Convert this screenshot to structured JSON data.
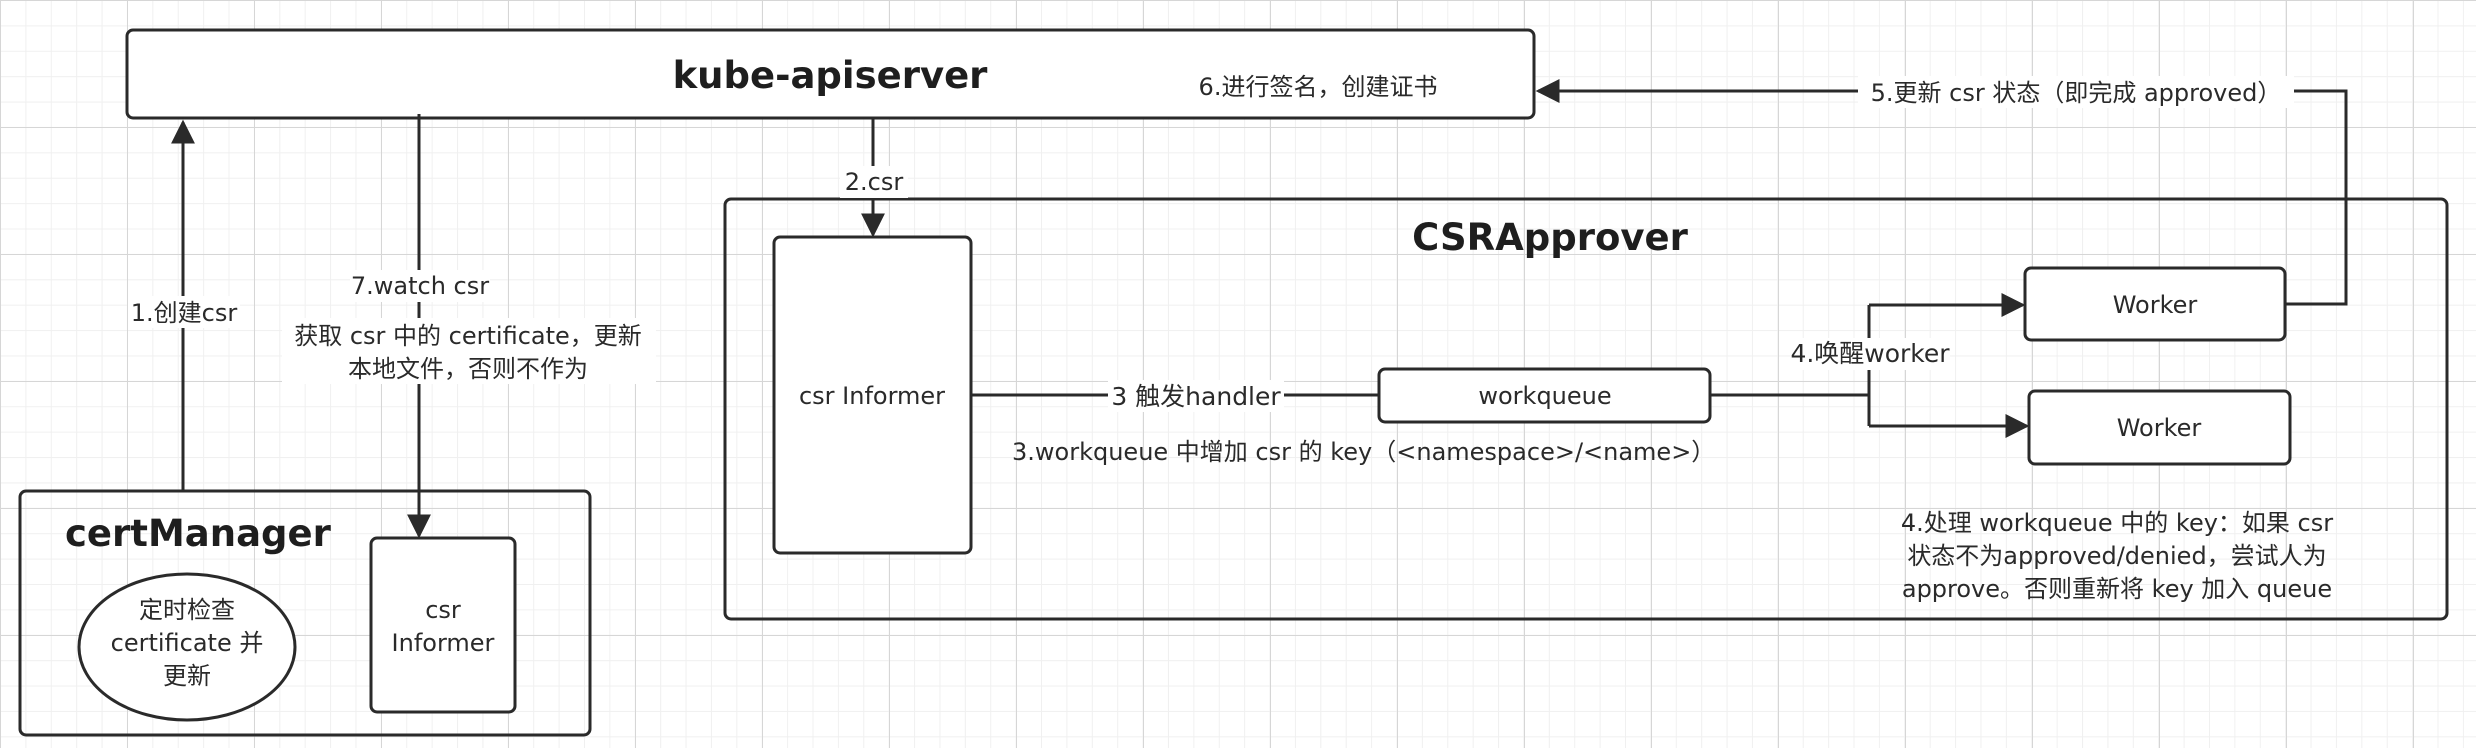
{
  "nodes": {
    "apiserver": "kube-apiserver",
    "csrapprover": "CSRApprover",
    "cert_manager": "certManager",
    "csr_informer_main": "csr Informer",
    "workqueue": "workqueue",
    "worker_1": "Worker",
    "worker_2": "Worker",
    "timer_lines": [
      "定时检查",
      "certificate 并",
      "更新"
    ],
    "csr_informer_small_lines": [
      "csr",
      "Informer"
    ]
  },
  "edges": {
    "step1": "1.创建csr",
    "step2": "2.csr",
    "step3_trigger": "3 触发handler",
    "step3_workqueue": "3.workqueue 中增加 csr 的 key（<namespace>/<name>）",
    "step4_wake": "4.唤醒worker",
    "step5": "5.更新 csr 状态（即完成 approved）",
    "step6": "6.进行签名，创建证书",
    "step7": "7.watch csr",
    "step7_note_lines": [
      "获取 csr 中的 certificate，更新",
      "本地文件，否则不作为"
    ],
    "step4_process_lines": [
      "4.处理 workqueue 中的 key：如果 csr",
      "状态不为approved/denied，尝试人为",
      "approve。否则重新将 key 加入 queue"
    ]
  },
  "colors": {
    "stroke": "#2a2a2a",
    "grid_major": "#d6d6d6",
    "grid_minor": "#f0f0f0"
  }
}
